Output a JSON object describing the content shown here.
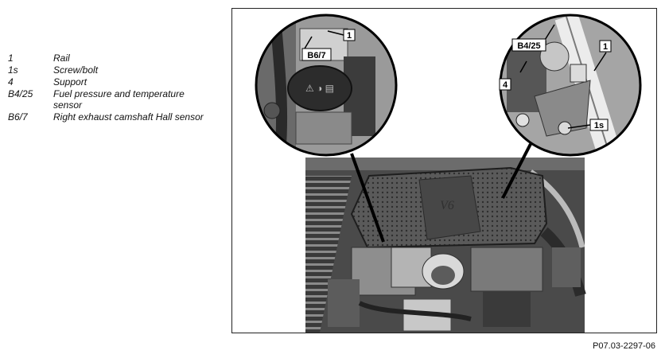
{
  "legend": {
    "items": [
      {
        "code": "1",
        "text": "Rail"
      },
      {
        "code": "1s",
        "text": "Screw/bolt"
      },
      {
        "code": "4",
        "text": "Support"
      },
      {
        "code": "B4/25",
        "text": "Fuel pressure and temperature sensor"
      },
      {
        "code": "B6/7",
        "text": "Right exhaust camshaft Hall sensor"
      }
    ]
  },
  "callouts": {
    "left_1": "1",
    "left_b67": "B6/7",
    "right_b425": "B4/25",
    "right_1": "1",
    "right_4": "4",
    "right_1s": "1s"
  },
  "engine_cover_badge": "V6",
  "figure_code": "P07.03-2297-06"
}
